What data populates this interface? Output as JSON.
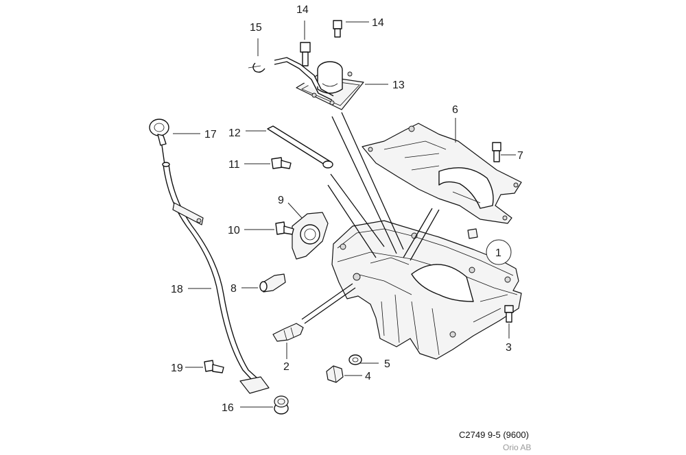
{
  "callouts": {
    "c1": "1",
    "c2": "2",
    "c3": "3",
    "c4": "4",
    "c5": "5",
    "c6": "6",
    "c7": "7",
    "c8": "8",
    "c9": "9",
    "c10": "10",
    "c11": "11",
    "c12": "12",
    "c13": "13",
    "c14a": "14",
    "c14b": "14",
    "c15": "15",
    "c16": "16",
    "c17": "17",
    "c18": "18",
    "c19": "19"
  },
  "footer": {
    "drawing_code": "C2749 9-5 (9600)",
    "company": "Orio AB"
  },
  "colors": {
    "line": "#111111",
    "background": "#ffffff",
    "company_text": "#9a9a9a"
  }
}
